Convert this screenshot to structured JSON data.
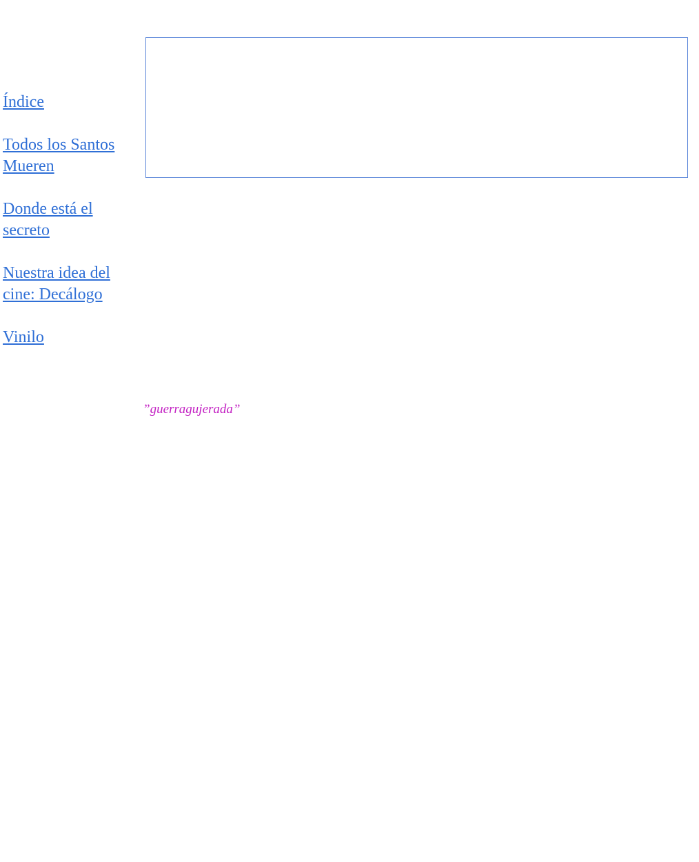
{
  "nav": {
    "items": [
      {
        "label": "Índice"
      },
      {
        "label": "Todos los Santos Mueren"
      },
      {
        "label": "Donde está el secreto"
      },
      {
        "label": "Nuestra idea del cine: Decálogo"
      },
      {
        "label": "Vinilo"
      }
    ]
  },
  "footer": {
    "signature": "”guerragujerada”"
  },
  "colors": {
    "link": "#2f6fd6",
    "frame_border": "#5b86d9",
    "signature": "#c21fc2"
  }
}
